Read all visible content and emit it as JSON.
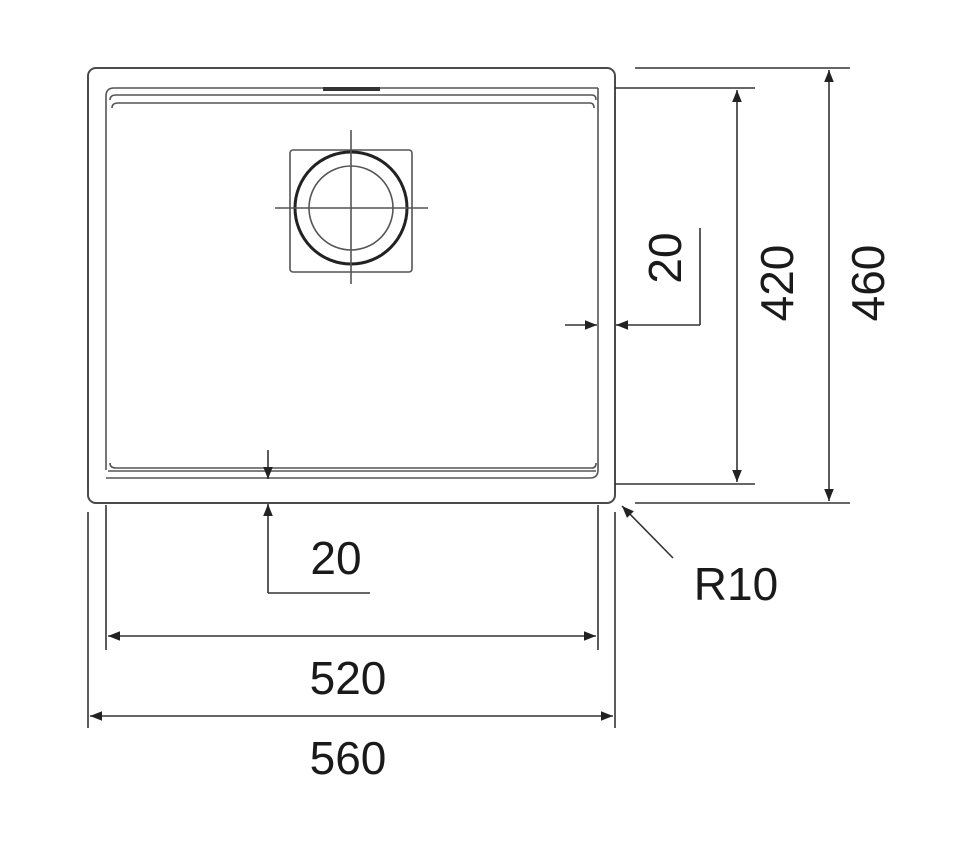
{
  "drawing": {
    "dimensions": {
      "inner_width": "520",
      "outer_width": "560",
      "inner_depth": "420",
      "outer_depth": "460",
      "side_offset": "20",
      "bottom_offset": "20",
      "corner_radius": "R10"
    },
    "colors": {
      "line": "#4a4a4a",
      "text": "#1a1a1a",
      "background": "#ffffff"
    }
  }
}
